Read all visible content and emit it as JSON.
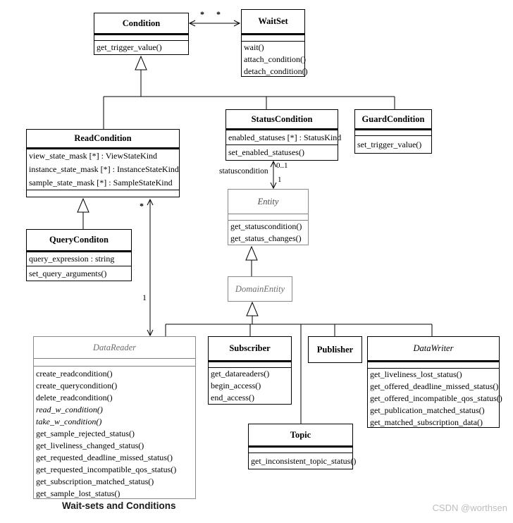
{
  "diagram": {
    "caption": "Wait-sets and Conditions",
    "watermark": "CSDN @worthsen"
  },
  "colors": {
    "line": "#000000",
    "abstract_border": "#8a8a8a",
    "watermark": "#bdbdbd"
  },
  "classes": {
    "condition": {
      "name": "Condition",
      "ops": [
        "get_trigger_value()"
      ]
    },
    "waitset": {
      "name": "WaitSet",
      "ops": [
        "wait()",
        "attach_condition()",
        "detach_condition()"
      ]
    },
    "read_condition": {
      "name": "ReadCondition",
      "attrs": [
        "view_state_mask [*] : ViewStateKind",
        "instance_state_mask [*] : InstanceStateKind",
        "sample_state_mask [*] : SampleStateKind"
      ]
    },
    "status_condition": {
      "name": "StatusCondition",
      "attrs": [
        "enabled_statuses [*] : StatusKind"
      ],
      "ops": [
        "set_enabled_statuses()"
      ]
    },
    "guard_condition": {
      "name": "GuardCondition",
      "ops": [
        "set_trigger_value()"
      ]
    },
    "query_condition": {
      "name": "QueryConditon",
      "attrs": [
        "query_expression : string"
      ],
      "ops": [
        "set_query_arguments()"
      ]
    },
    "entity": {
      "name": "Entity",
      "ops": [
        "get_statuscondition()",
        "get_status_changes()"
      ]
    },
    "domain_entity": {
      "name": "DomainEntity"
    },
    "data_reader": {
      "name": "DataReader",
      "ops": [
        "create_readcondition()",
        "create_querycondition()",
        "delete_readcondition()",
        "read_w_condition()",
        "take_w_condition()",
        "get_sample_rejected_status()",
        "get_liveliness_changed_status()",
        "get_requested_deadline_missed_status()",
        "get_requested_incompatible_qos_status()",
        "get_subscription_matched_status()",
        "get_sample_lost_status()"
      ]
    },
    "subscriber": {
      "name": "Subscriber",
      "ops": [
        "get_datareaders()",
        "begin_access()",
        "end_access()"
      ]
    },
    "publisher": {
      "name": "Publisher"
    },
    "data_writer": {
      "name": "DataWriter",
      "ops": [
        "get_liveliness_lost_status()",
        "get_offered_deadline_missed_status()",
        "get_offered_incompatible_qos_status()",
        "get_publication_matched_status()",
        "get_matched_subscription_data()"
      ]
    },
    "topic": {
      "name": "Topic",
      "ops": [
        "get_inconsistent_topic_status()"
      ]
    }
  },
  "labels": {
    "cond_waitset_mult_left": "*",
    "cond_waitset_mult_right": "*",
    "reader_assoc_mult_top": "*",
    "reader_assoc_mult_bottom": "1",
    "statuscondition_role": "statuscondition",
    "statuscondition_mult_top": "0..1",
    "statuscondition_mult_bottom": "1"
  }
}
